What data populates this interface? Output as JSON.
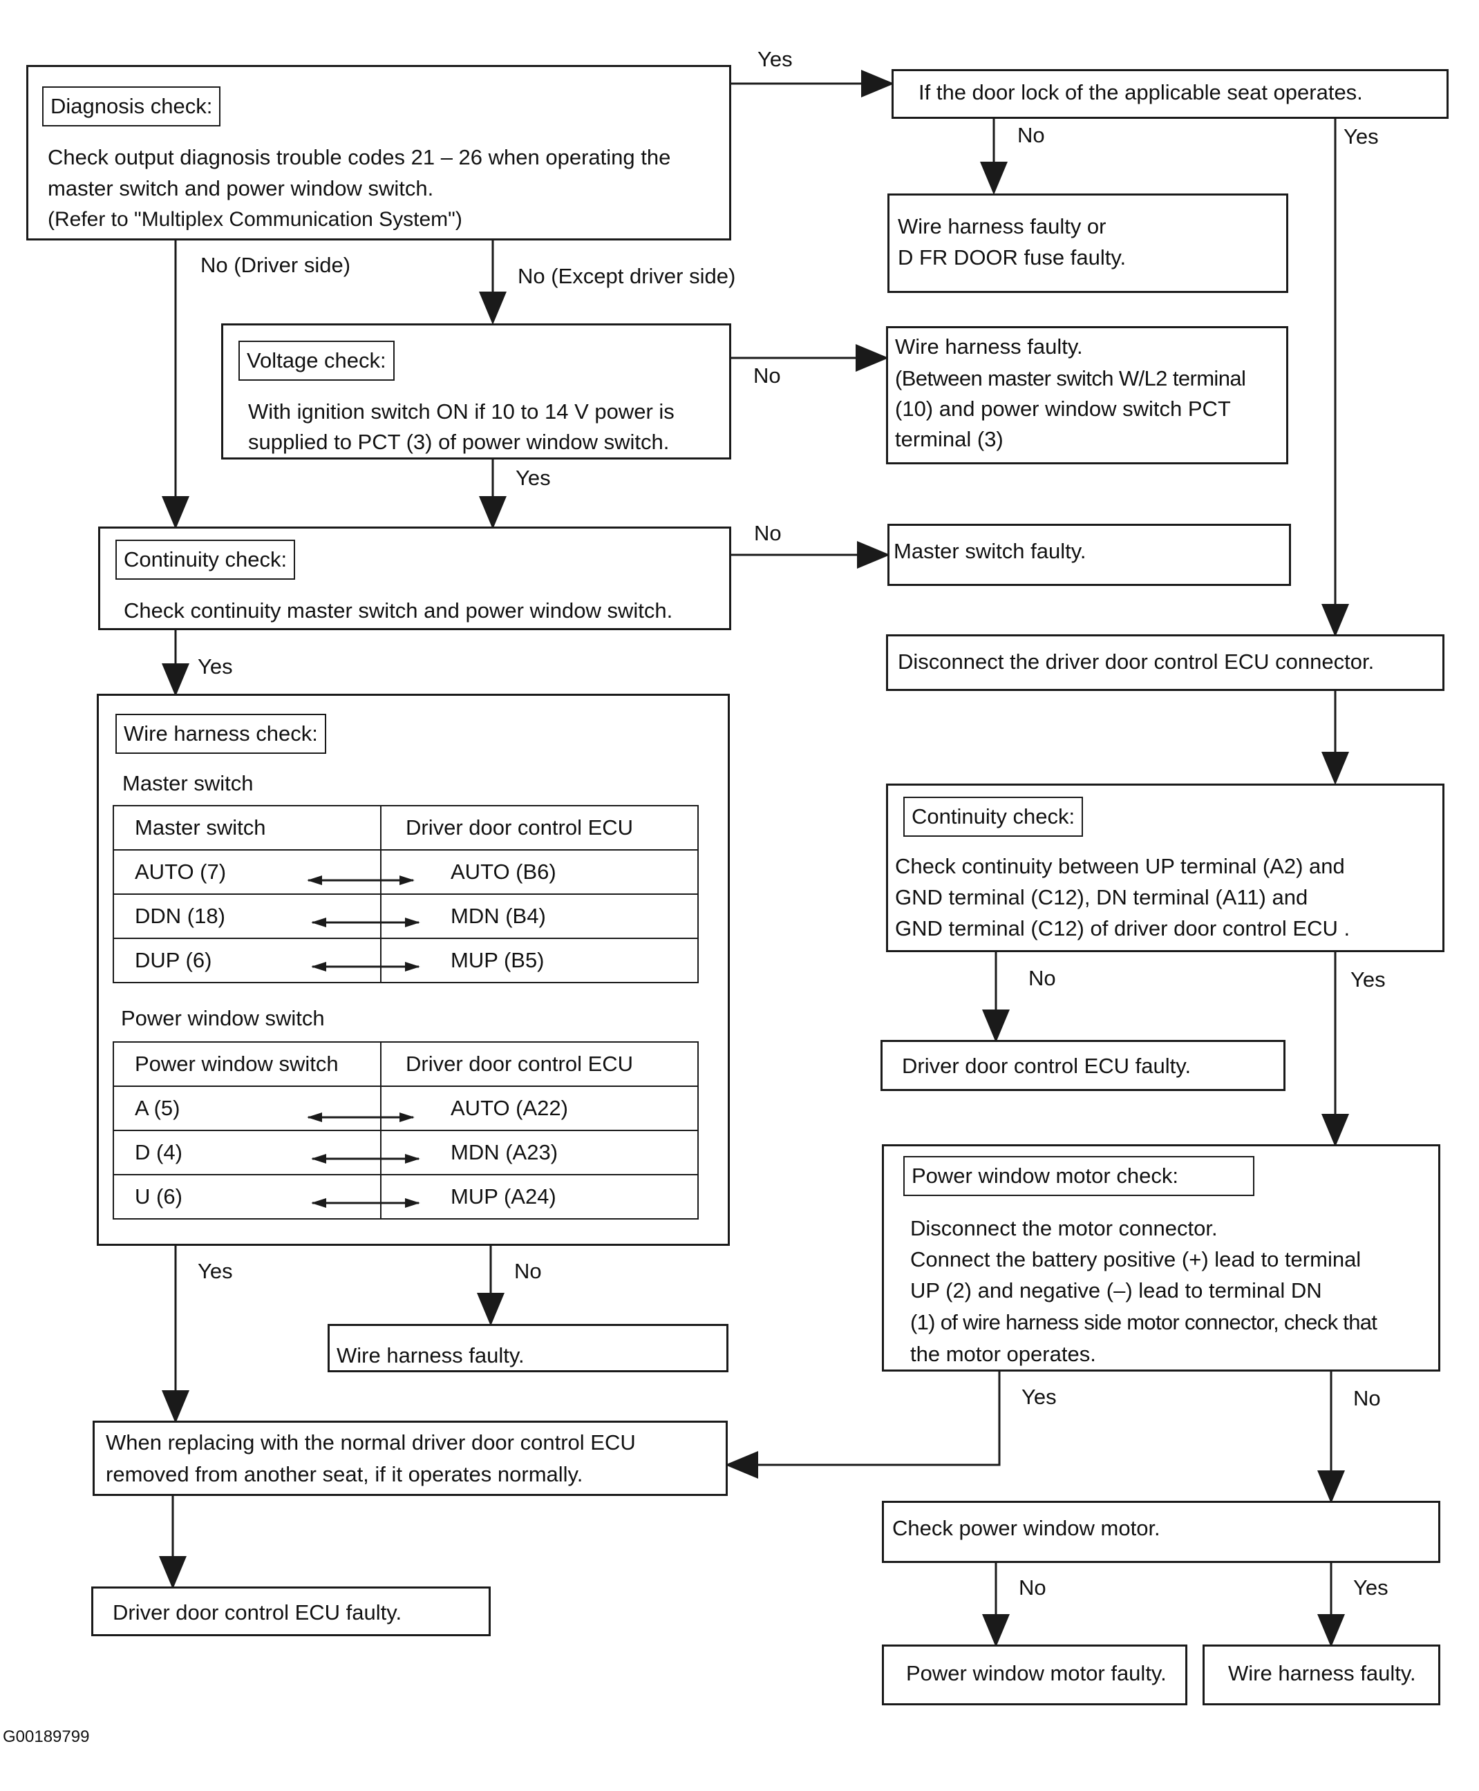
{
  "diagnosis": {
    "header": "Diagnosis check:",
    "lines": [
      "Check output diagnosis trouble codes 21 – 26 when operating the",
      "master switch and power window switch.",
      "(Refer to \"Multiplex Communication System\")"
    ]
  },
  "door_lock": {
    "text": "If the door lock of the applicable seat operates."
  },
  "fuse_faulty": {
    "lines": [
      "Wire harness faulty or",
      "D FR DOOR fuse faulty."
    ]
  },
  "voltage": {
    "header": "Voltage check:",
    "lines": [
      "With ignition switch ON if 10 to 14 V power is",
      "supplied to PCT (3) of power window switch."
    ]
  },
  "harness_faulty_1": {
    "lines": [
      "Wire harness faulty.",
      "(Between master switch W/L2 terminal",
      "(10) and power window switch PCT",
      "terminal (3)"
    ]
  },
  "continuity_1": {
    "header": "Continuity check:",
    "lines": [
      "Check continuity master switch and power window switch."
    ]
  },
  "master_faulty": {
    "text": "Master switch faulty."
  },
  "disconnect_ecu": {
    "text": "Disconnect the driver door control ECU connector."
  },
  "wire_harness_check": {
    "header": "Wire harness check:",
    "master_title": "Master switch",
    "master_table": {
      "headers": [
        "Master switch",
        "Driver door control ECU"
      ],
      "rows": [
        [
          "AUTO (7)",
          "AUTO (B6)"
        ],
        [
          "DDN (18)",
          "MDN (B4)"
        ],
        [
          "DUP (6)",
          "MUP (B5)"
        ]
      ]
    },
    "pws_title": "Power window switch",
    "pws_table": {
      "headers": [
        "Power window switch",
        "Driver door control ECU"
      ],
      "rows": [
        [
          "A (5)",
          "AUTO (A22)"
        ],
        [
          "D (4)",
          "MDN (A23)"
        ],
        [
          "U (6)",
          "MUP (A24)"
        ]
      ]
    }
  },
  "continuity_2": {
    "header": "Continuity check:",
    "lines": [
      "Check continuity between UP terminal (A2) and",
      "GND terminal (C12), DN terminal (A11) and",
      "GND terminal (C12) of driver door control ECU ."
    ]
  },
  "ecu_faulty_right": {
    "text": "Driver door control ECU faulty."
  },
  "motor_check": {
    "header": "Power window motor check:",
    "lines": [
      "Disconnect the motor connector.",
      "Connect the battery positive (+) lead to terminal",
      "UP (2) and negative (–) lead to terminal DN",
      "(1) of wire harness side motor connector, check that",
      "the motor operates."
    ]
  },
  "harness_faulty_2": {
    "text": "Wire harness faulty."
  },
  "replace_ecu": {
    "lines": [
      "When replacing with the normal driver door control ECU",
      "removed from another seat, if it operates normally."
    ]
  },
  "check_motor": {
    "text": "Check power window motor."
  },
  "ecu_faulty_left": {
    "text": "Driver door control ECU faulty."
  },
  "motor_faulty": {
    "text": "Power window motor faulty."
  },
  "harness_faulty_3": {
    "text": "Wire harness faulty."
  },
  "labels": {
    "yes_top": "Yes",
    "no_lock": "No",
    "yes_lock": "Yes",
    "no_driver": "No (Driver side)",
    "no_except": "No (Except driver side)",
    "no_voltage": "No",
    "yes_voltage": "Yes",
    "no_continuity": "No",
    "yes_continuity": "Yes",
    "yes_harness": "Yes",
    "no_harness": "No",
    "no_cont2": "No",
    "yes_cont2": "Yes",
    "yes_motor": "Yes",
    "no_motor": "No",
    "no_check_motor": "No",
    "yes_check_motor": "Yes"
  },
  "figure_id": "G00189799"
}
